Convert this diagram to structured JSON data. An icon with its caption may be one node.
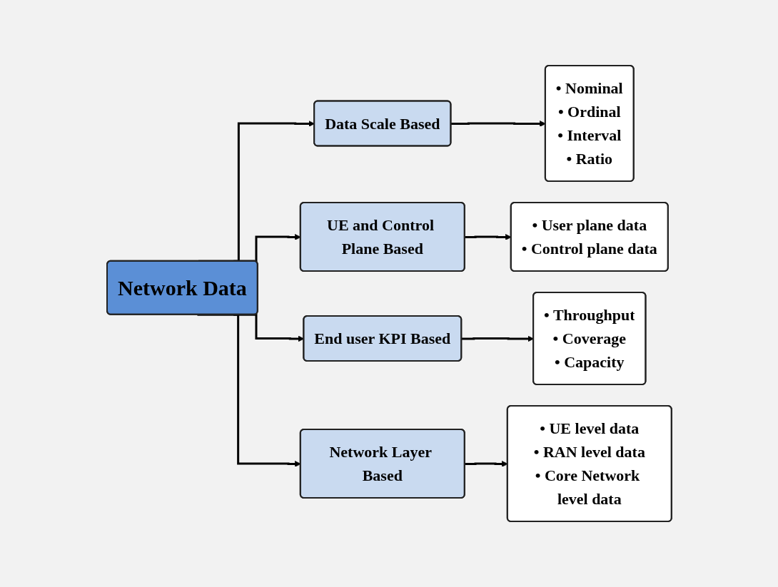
{
  "diagram": {
    "nodes": [
      {
        "text": [
          "Network Data"
        ]
      },
      {
        "text": [
          "Data Scale Based"
        ]
      },
      {
        "text": [
          "UE and Control Plane Based"
        ]
      },
      {
        "text": [
          "End user KPI Based"
        ]
      },
      {
        "text": [
          "Network Layer Based"
        ]
      },
      {
        "text": [
          "• Nominal",
          "• Ordinal",
          "• Interval",
          "• Ratio"
        ]
      },
      {
        "text": [
          "• User plane data",
          "• Control plane data"
        ]
      },
      {
        "text": [
          "• Throughput",
          "• Coverage",
          "• Capacity"
        ]
      },
      {
        "text": [
          "• UE level data",
          "• RAN level data",
          "• Core Network level data"
        ]
      }
    ],
    "edges": [
      {
        "from": 0,
        "to": 1,
        "arrow": "to"
      },
      {
        "from": 0,
        "to": 2,
        "arrow": "to"
      },
      {
        "from": 0,
        "to": 3,
        "arrow": "to"
      },
      {
        "from": 0,
        "to": 4,
        "arrow": "to"
      },
      {
        "from": 1,
        "to": 5,
        "arrow": "to"
      },
      {
        "from": 2,
        "to": 6,
        "arrow": "to"
      },
      {
        "from": 3,
        "to": 7,
        "arrow": "to"
      },
      {
        "from": 4,
        "to": 8,
        "arrow": "to"
      }
    ]
  }
}
